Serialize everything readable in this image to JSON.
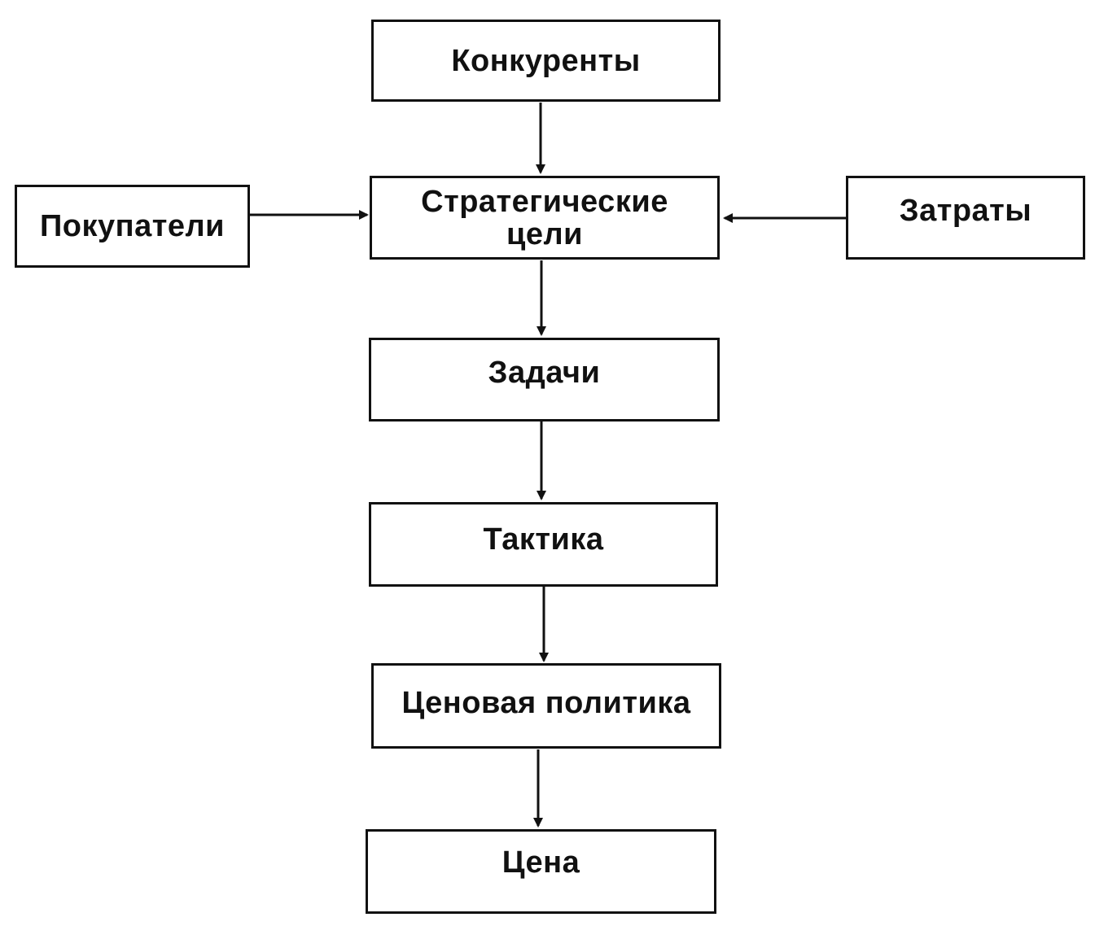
{
  "diagram": {
    "nodes": {
      "competitors": "Конкуренты",
      "buyers": "Покупатели",
      "strategic_goals": "Стратегические\nцели",
      "costs": "Затраты",
      "tasks": "Задачи",
      "tactics": "Тактика",
      "pricing_policy": "Ценовая политика",
      "price": "Цена"
    },
    "edges": [
      [
        "competitors",
        "strategic_goals"
      ],
      [
        "buyers",
        "strategic_goals"
      ],
      [
        "costs",
        "strategic_goals"
      ],
      [
        "strategic_goals",
        "tasks"
      ],
      [
        "tasks",
        "tactics"
      ],
      [
        "tactics",
        "pricing_policy"
      ],
      [
        "pricing_policy",
        "price"
      ]
    ]
  }
}
